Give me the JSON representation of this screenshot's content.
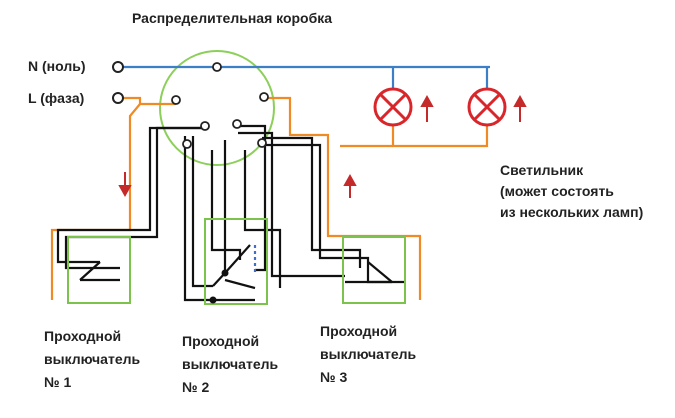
{
  "title": "Распределительная коробка",
  "inputs": {
    "neutral": "N (ноль)",
    "phase": "L (фаза)"
  },
  "lamp_note": {
    "line1": "Светильник",
    "line2": "(может состоять",
    "line3": "из нескольких ламп)"
  },
  "switches": [
    {
      "line1": "Проходной",
      "line2": "выключатель",
      "line3": "№ 1"
    },
    {
      "line1": "Проходной",
      "line2": "выключатель",
      "line3": "№ 2"
    },
    {
      "line1": "Проходной",
      "line2": "выключатель",
      "line3": "№ 3"
    }
  ],
  "colors": {
    "neutral_wire": "#3d7fc6",
    "phase_wire": "#f08a24",
    "control_wire": "#111111",
    "junction_box": "#8ccf5a",
    "switch_box": "#7cc34e",
    "lamp": "#d9262b",
    "arrow": "#c42a2a"
  }
}
